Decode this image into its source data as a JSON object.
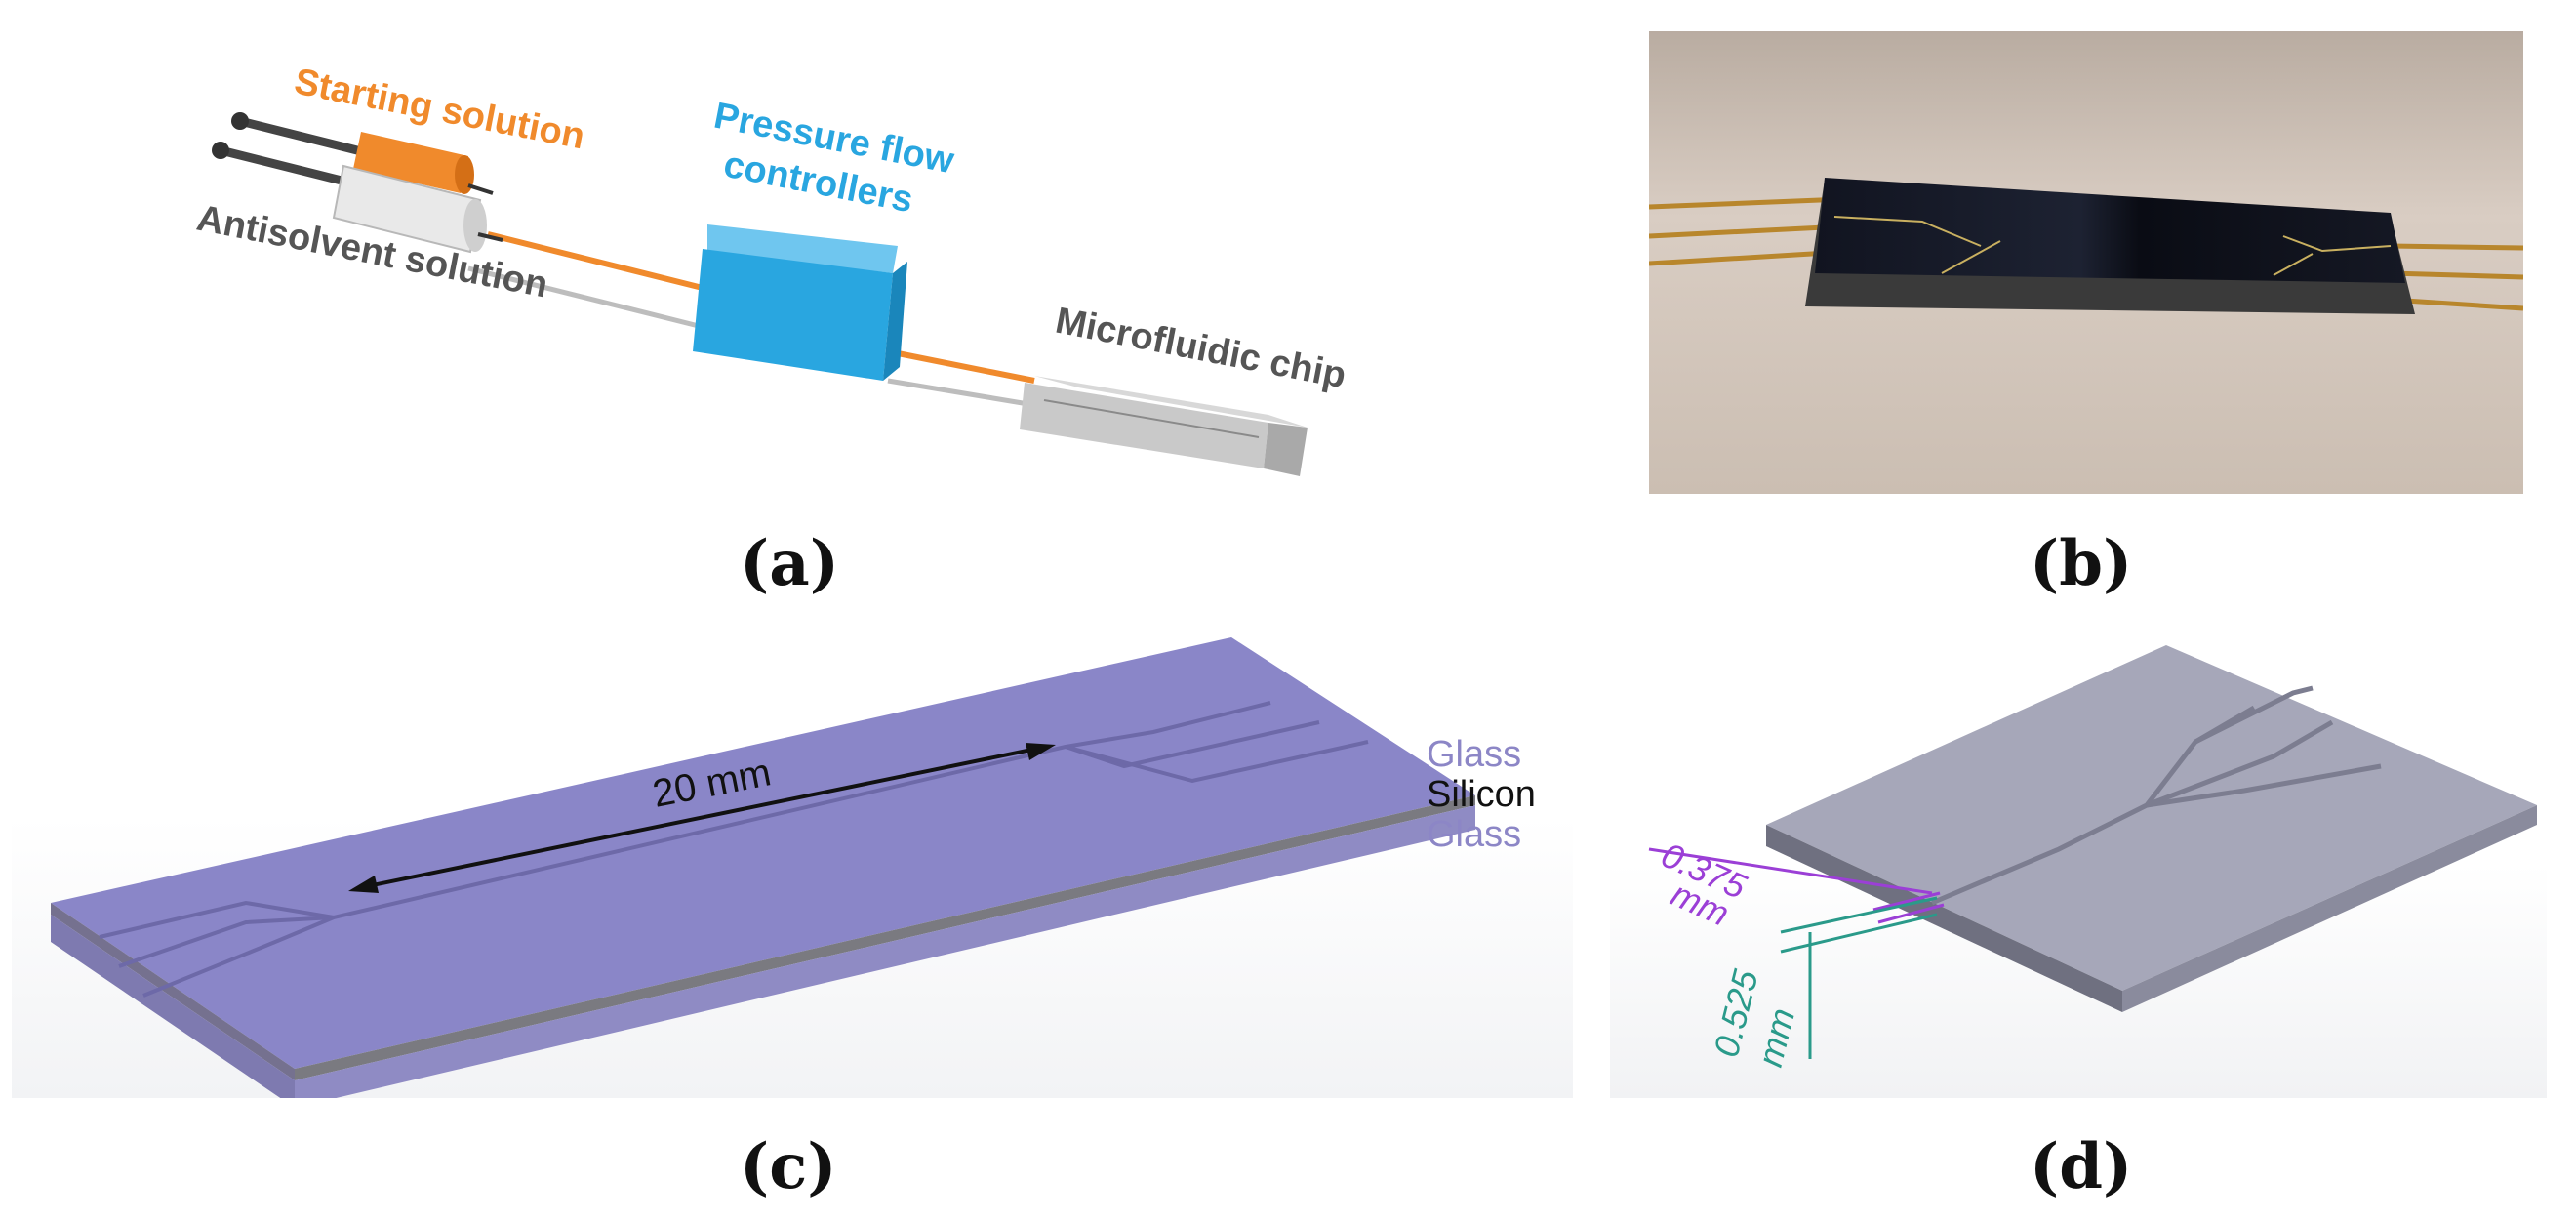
{
  "panel_a": {
    "label_starting": "Starting solution",
    "label_antisolvent": "Antisolvent solution",
    "label_pressure_line1": "Pressure flow",
    "label_pressure_line2": "controllers",
    "label_chip": "Microfluidic chip",
    "caption": "(a)",
    "colors": {
      "orange": "#f08a2c",
      "blue": "#29a6e0",
      "gray": "#5a5a5a"
    }
  },
  "panel_b": {
    "caption": "(b)"
  },
  "panel_c": {
    "dimension_label": "20 mm",
    "layer_top": "Glass",
    "layer_middle": "Silicon",
    "layer_bottom": "Glass",
    "caption": "(c)",
    "colors": {
      "glass": "#8a86c8",
      "glass_text": "#8c86c6"
    }
  },
  "panel_d": {
    "dim1_value": "0.375",
    "dim1_unit": "mm",
    "dim2_value": "0.525",
    "dim2_unit": "mm",
    "caption": "(d)",
    "colors": {
      "purple": "#9b3fd6",
      "teal": "#2a9a8a"
    }
  }
}
